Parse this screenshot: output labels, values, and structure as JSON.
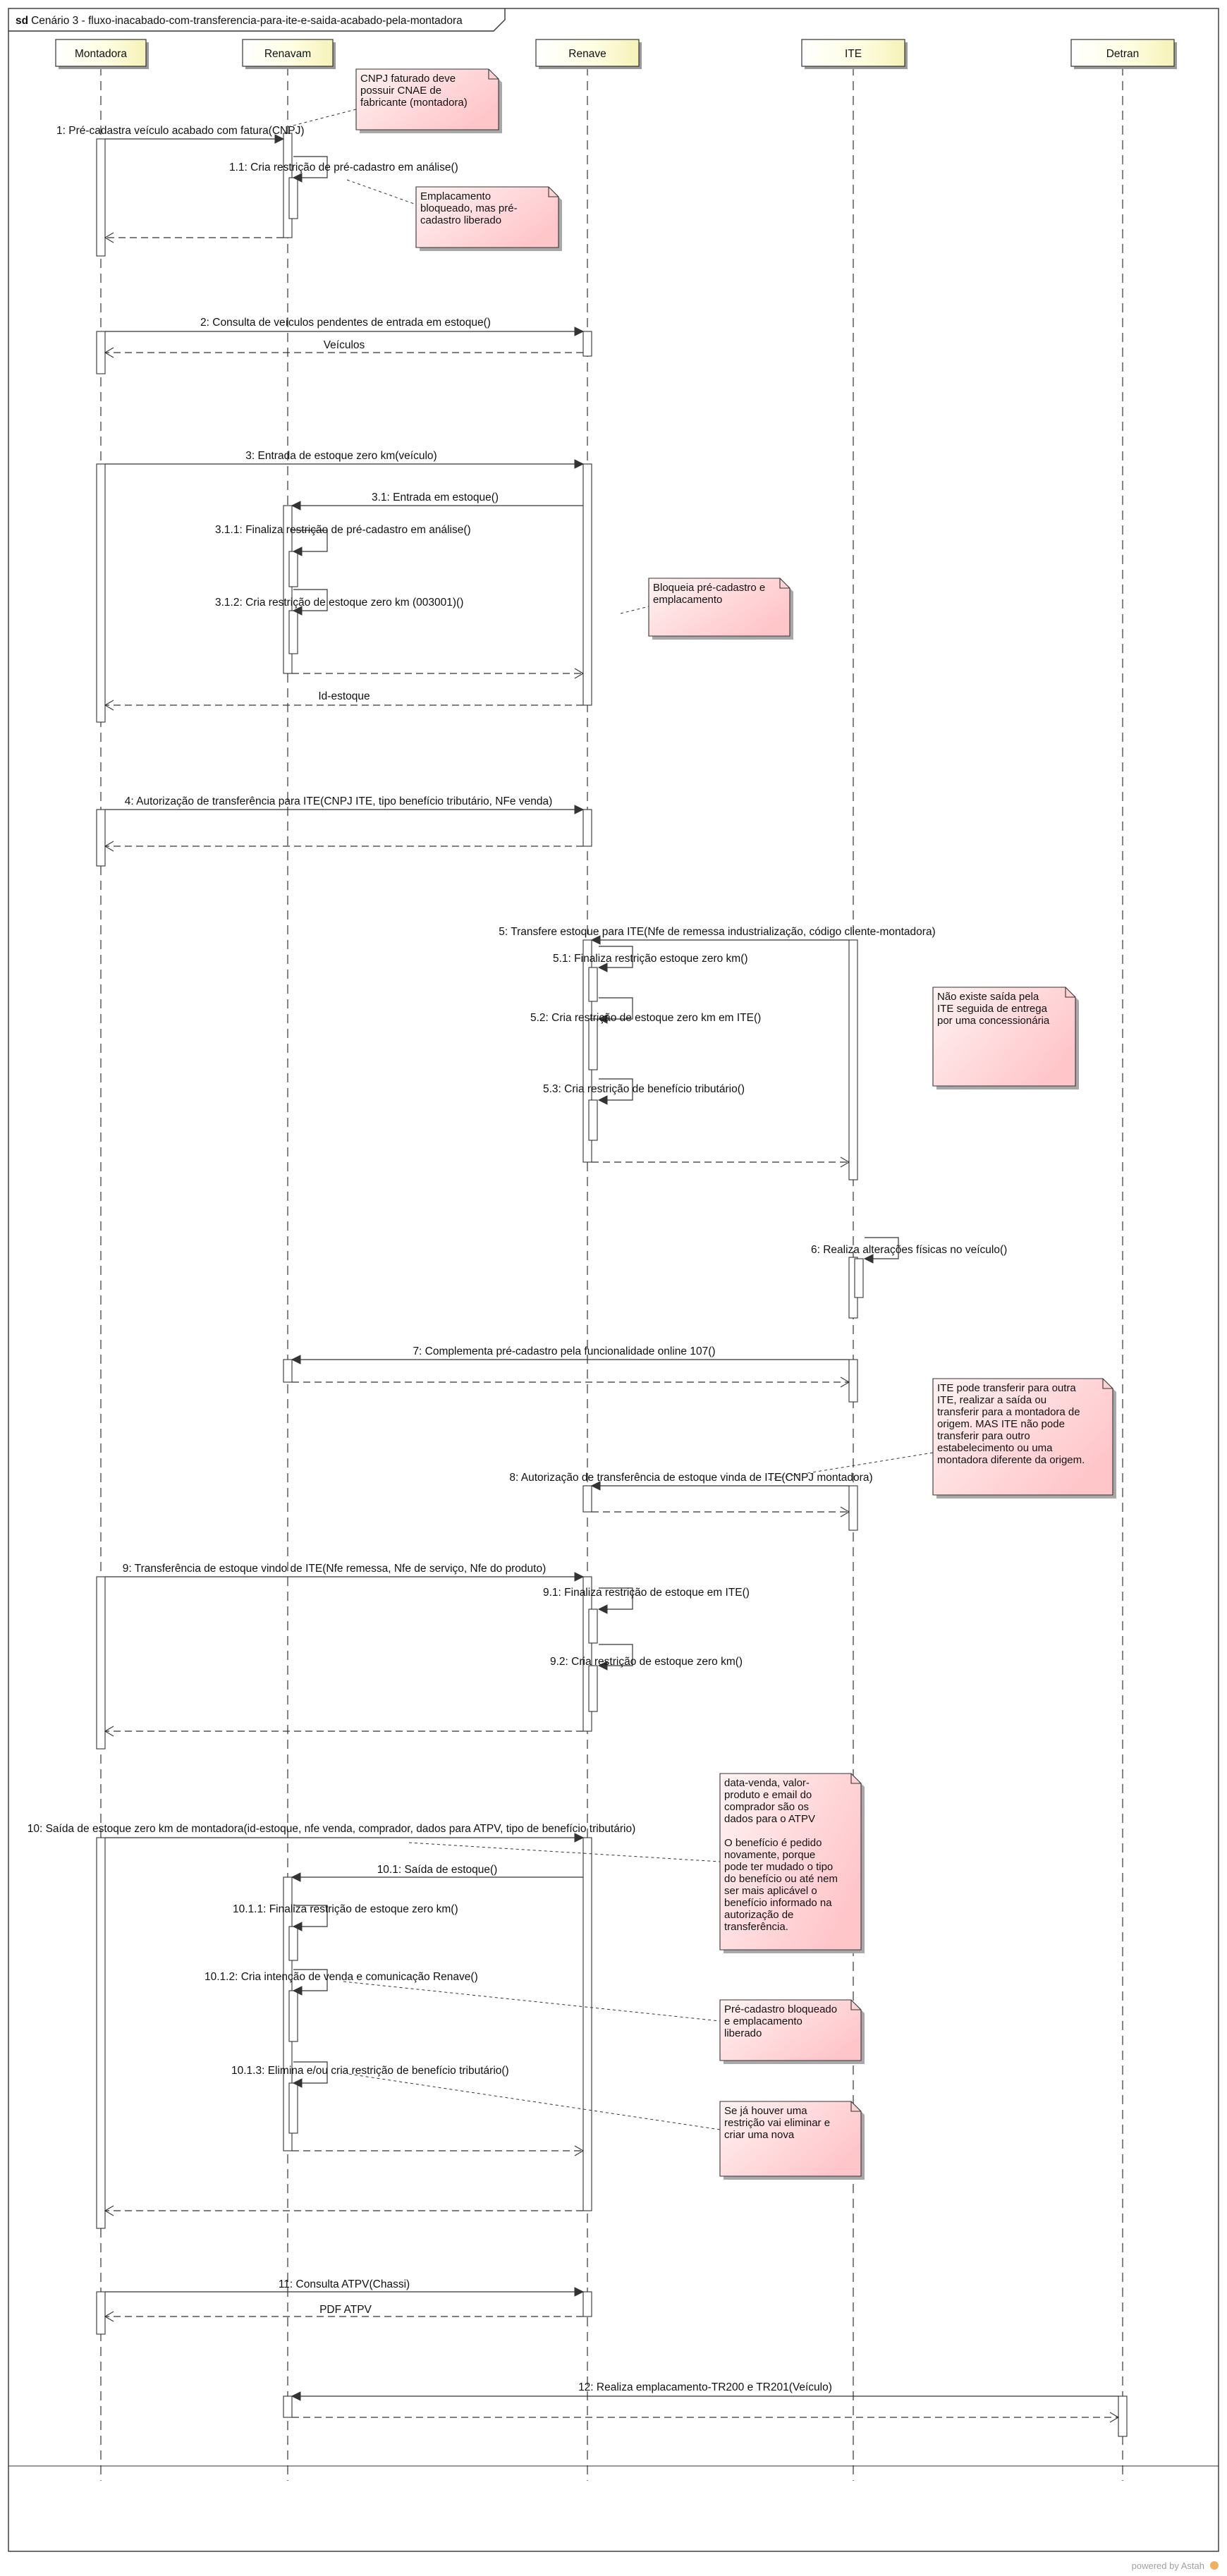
{
  "frame": {
    "keyword": "sd",
    "title": "Cenário 3 - fluxo-inacabado-com-transferencia-para-ite-e-saida-acabado-pela-montadora"
  },
  "participants": [
    {
      "id": "montadora",
      "name": "Montadora"
    },
    {
      "id": "renavam",
      "name": "Renavam"
    },
    {
      "id": "renave",
      "name": "Renave"
    },
    {
      "id": "ite",
      "name": "ITE"
    },
    {
      "id": "detran",
      "name": "Detran"
    }
  ],
  "messages": [
    {
      "from": "montadora",
      "to": "renavam",
      "label": "1: Pré-cadastra veículo acabado com fatura(CNPJ)"
    },
    {
      "from": "renavam",
      "to": "renavam",
      "label": "1.1: Cria restrição de pré-cadastro em análise()"
    },
    {
      "from": "renavam",
      "to": "montadora",
      "label": "",
      "type": "return"
    },
    {
      "from": "montadora",
      "to": "renave",
      "label": "2: Consulta de veículos pendentes de entrada em estoque()"
    },
    {
      "from": "renave",
      "to": "montadora",
      "label": "Veículos",
      "type": "return"
    },
    {
      "from": "montadora",
      "to": "renave",
      "label": "3: Entrada de estoque zero km(veículo)"
    },
    {
      "from": "renave",
      "to": "renavam",
      "label": "3.1: Entrada em estoque()"
    },
    {
      "from": "renavam",
      "to": "renavam",
      "label": "3.1.1: Finaliza restrição de pré-cadastro em análise()"
    },
    {
      "from": "renavam",
      "to": "renavam",
      "label": "3.1.2: Cria restrição de estoque zero km (003001)()"
    },
    {
      "from": "renavam",
      "to": "renave",
      "label": "",
      "type": "return"
    },
    {
      "from": "renave",
      "to": "montadora",
      "label": "Id-estoque",
      "type": "return"
    },
    {
      "from": "montadora",
      "to": "renave",
      "label": "4: Autorização de transferência para ITE(CNPJ ITE, tipo benefício tributário, NFe venda)"
    },
    {
      "from": "renave",
      "to": "montadora",
      "label": "",
      "type": "return"
    },
    {
      "from": "ite",
      "to": "renave",
      "label": "5: Transfere estoque para ITE(Nfe de remessa industrialização, código cliente-montadora)"
    },
    {
      "from": "renave",
      "to": "renave",
      "label": "5.1: Finaliza restrição estoque zero km()"
    },
    {
      "from": "renave",
      "to": "renave",
      "label": "5.2: Cria restrição de estoque zero km em ITE()"
    },
    {
      "from": "renave",
      "to": "renave",
      "label": "5.3: Cria restrição de benefício tributário()"
    },
    {
      "from": "renave",
      "to": "ite",
      "label": "",
      "type": "return"
    },
    {
      "from": "ite",
      "to": "ite",
      "label": "6: Realiza alterações físicas no veículo()"
    },
    {
      "from": "ite",
      "to": "renavam",
      "label": "7: Complementa pré-cadastro pela funcionalidade online 107()"
    },
    {
      "from": "renavam",
      "to": "ite",
      "label": "",
      "type": "return"
    },
    {
      "from": "ite",
      "to": "renave",
      "label": "8: Autorização de transferência de estoque vinda de ITE(CNPJ montadora)"
    },
    {
      "from": "renave",
      "to": "ite",
      "label": "",
      "type": "return"
    },
    {
      "from": "montadora",
      "to": "renave",
      "label": "9: Transferência de estoque vindo de ITE(Nfe remessa, Nfe de serviço, Nfe do produto)"
    },
    {
      "from": "renave",
      "to": "renave",
      "label": "9.1: Finaliza restrição de estoque em ITE()"
    },
    {
      "from": "renave",
      "to": "renave",
      "label": "9.2: Cria restrição de estoque zero km()"
    },
    {
      "from": "renave",
      "to": "montadora",
      "label": "",
      "type": "return"
    },
    {
      "from": "montadora",
      "to": "renave",
      "label": "10: Saída de estoque zero km de montadora(id-estoque, nfe venda, comprador, dados para ATPV, tipo de benefício tributário)"
    },
    {
      "from": "renave",
      "to": "renavam",
      "label": "10.1: Saída de estoque()"
    },
    {
      "from": "renavam",
      "to": "renavam",
      "label": "10.1.1: Finaliza restrição de estoque zero km()"
    },
    {
      "from": "renavam",
      "to": "renavam",
      "label": "10.1.2: Cria intenção de venda e comunicação Renave()"
    },
    {
      "from": "renavam",
      "to": "renavam",
      "label": "10.1.3: Elimina e/ou cria restrição de benefício tributário()"
    },
    {
      "from": "renavam",
      "to": "renave",
      "label": "",
      "type": "return"
    },
    {
      "from": "renave",
      "to": "montadora",
      "label": "",
      "type": "return"
    },
    {
      "from": "montadora",
      "to": "renave",
      "label": "11: Consulta ATPV(Chassi)"
    },
    {
      "from": "renave",
      "to": "montadora",
      "label": "PDF ATPV",
      "type": "return"
    },
    {
      "from": "detran",
      "to": "renavam",
      "label": "12: Realiza emplacamento-TR200 e TR201(Veículo)"
    },
    {
      "from": "renavam",
      "to": "detran",
      "label": "",
      "type": "return"
    }
  ],
  "notes": [
    {
      "text": "CNPJ faturado deve\npossuir CNAE de\nfabricante (montadora)"
    },
    {
      "text": "Emplacamento\nbloqueado, mas pré-\ncadastro liberado"
    },
    {
      "text": "Bloqueia pré-cadastro e\nemplacamento"
    },
    {
      "text": "Não existe saída pela\nITE seguida de entrega\npor uma concessionária"
    },
    {
      "text": "ITE pode transferir para outra\nITE, realizar a saída ou\ntransferir para a montadora de\norigem. MAS ITE não pode\ntransferir para outro\nestabelecimento ou uma\nmontadora diferente da origem."
    },
    {
      "text": "data-venda, valor-\nproduto e email do\ncomprador são os\ndados para o ATPV\n\nO benefício é pedido\nnovamente, porque\npode ter mudado o tipo\ndo benefício ou até nem\nser mais aplicável o\nbenefício informado na\nautorização de\ntransferência."
    },
    {
      "text": "Pré-cadastro bloqueado\ne emplacamento\nliberado"
    },
    {
      "text": "Se já houver uma\nrestrição vai eliminar e\ncriar uma nova"
    }
  ],
  "branding": {
    "text": "powered by Astah"
  },
  "colors": {
    "header_fill": "#fefed8",
    "note_fill": "#ffd6d8",
    "line": "#333333"
  }
}
